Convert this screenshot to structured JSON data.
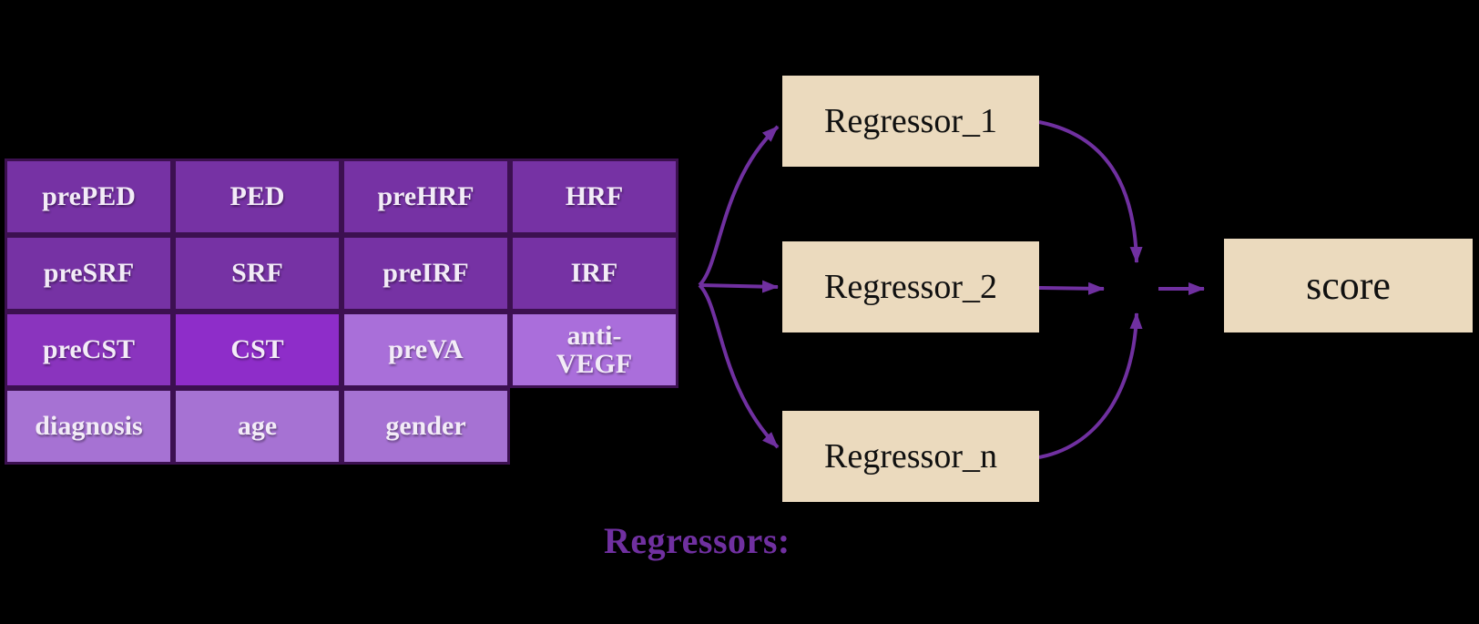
{
  "colors": {
    "background": "#000000",
    "arrow": "#7030A0",
    "cell_border": "#3C1050",
    "cell_text": "#F3ECF7",
    "box_fill": "#EBDABE",
    "box_text": "#101010",
    "caption_text": "#7030A0",
    "feature_dark_purple": "#7632A4",
    "feature_mid_purple": "#8C30C4",
    "feature_light_purple": "#A772D6"
  },
  "features": {
    "cells": [
      {
        "label": "prePED",
        "color": "#7632A4"
      },
      {
        "label": "PED",
        "color": "#7632A4"
      },
      {
        "label": "preHRF",
        "color": "#7632A4"
      },
      {
        "label": "HRF",
        "color": "#7632A4"
      },
      {
        "label": "preSRF",
        "color": "#7632A4"
      },
      {
        "label": "SRF",
        "color": "#7632A4"
      },
      {
        "label": "preIRF",
        "color": "#7632A4"
      },
      {
        "label": "IRF",
        "color": "#7632A4"
      },
      {
        "label": "preCST",
        "color": "#8A34BE"
      },
      {
        "label": "CST",
        "color": "#8E2DC9"
      },
      {
        "label": "preVA",
        "color": "#A96FD9"
      },
      {
        "label": "anti-\nVEGF",
        "color": "#AA6EDB"
      },
      {
        "label": "diagnosis",
        "color": "#A672D3"
      },
      {
        "label": "age",
        "color": "#A672D3"
      },
      {
        "label": "gender",
        "color": "#A672D3"
      }
    ]
  },
  "regressors": {
    "fill": "#EBDABE",
    "boxes": [
      {
        "label": "Regressor_1"
      },
      {
        "label": "Regressor_2"
      },
      {
        "label": "Regressor_n"
      }
    ]
  },
  "score": {
    "fill": "#EBDABE",
    "label": "score"
  },
  "caption": {
    "label": "Regressors:"
  },
  "connections": [
    {
      "from": "features-table",
      "to": "regressor-1"
    },
    {
      "from": "features-table",
      "to": "regressor-2"
    },
    {
      "from": "features-table",
      "to": "regressor-n"
    },
    {
      "from": "regressor-1",
      "to": "merge-point"
    },
    {
      "from": "regressor-2",
      "to": "merge-point"
    },
    {
      "from": "regressor-n",
      "to": "merge-point"
    },
    {
      "from": "merge-point",
      "to": "score"
    }
  ]
}
